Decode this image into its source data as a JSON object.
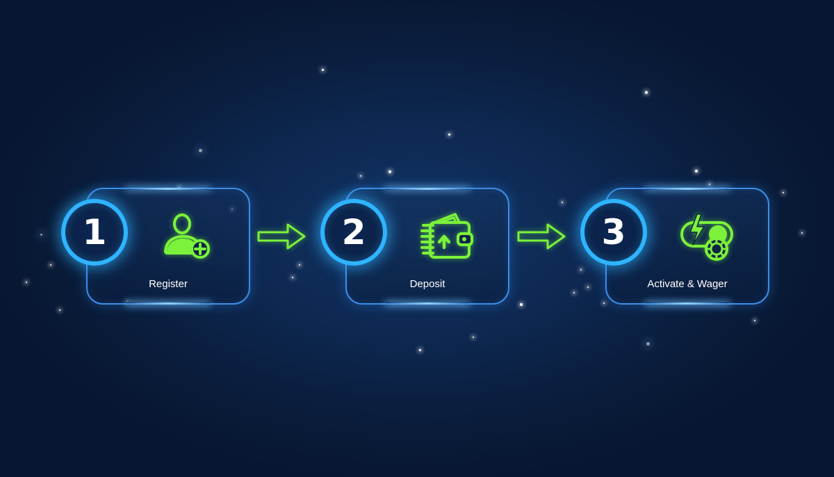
{
  "steps": [
    {
      "number": "1",
      "label": "Register",
      "icon": "user-add-icon"
    },
    {
      "number": "2",
      "label": "Deposit",
      "icon": "wallet-deposit-icon"
    },
    {
      "number": "3",
      "label": "Activate & Wager",
      "icon": "activate-wager-icon"
    }
  ],
  "colors": {
    "background": "#0d2750",
    "ring": "#2fb4ff",
    "card_border": "#3d8ee8",
    "icon_green": "#7cf23a",
    "text": "#ffffff"
  }
}
